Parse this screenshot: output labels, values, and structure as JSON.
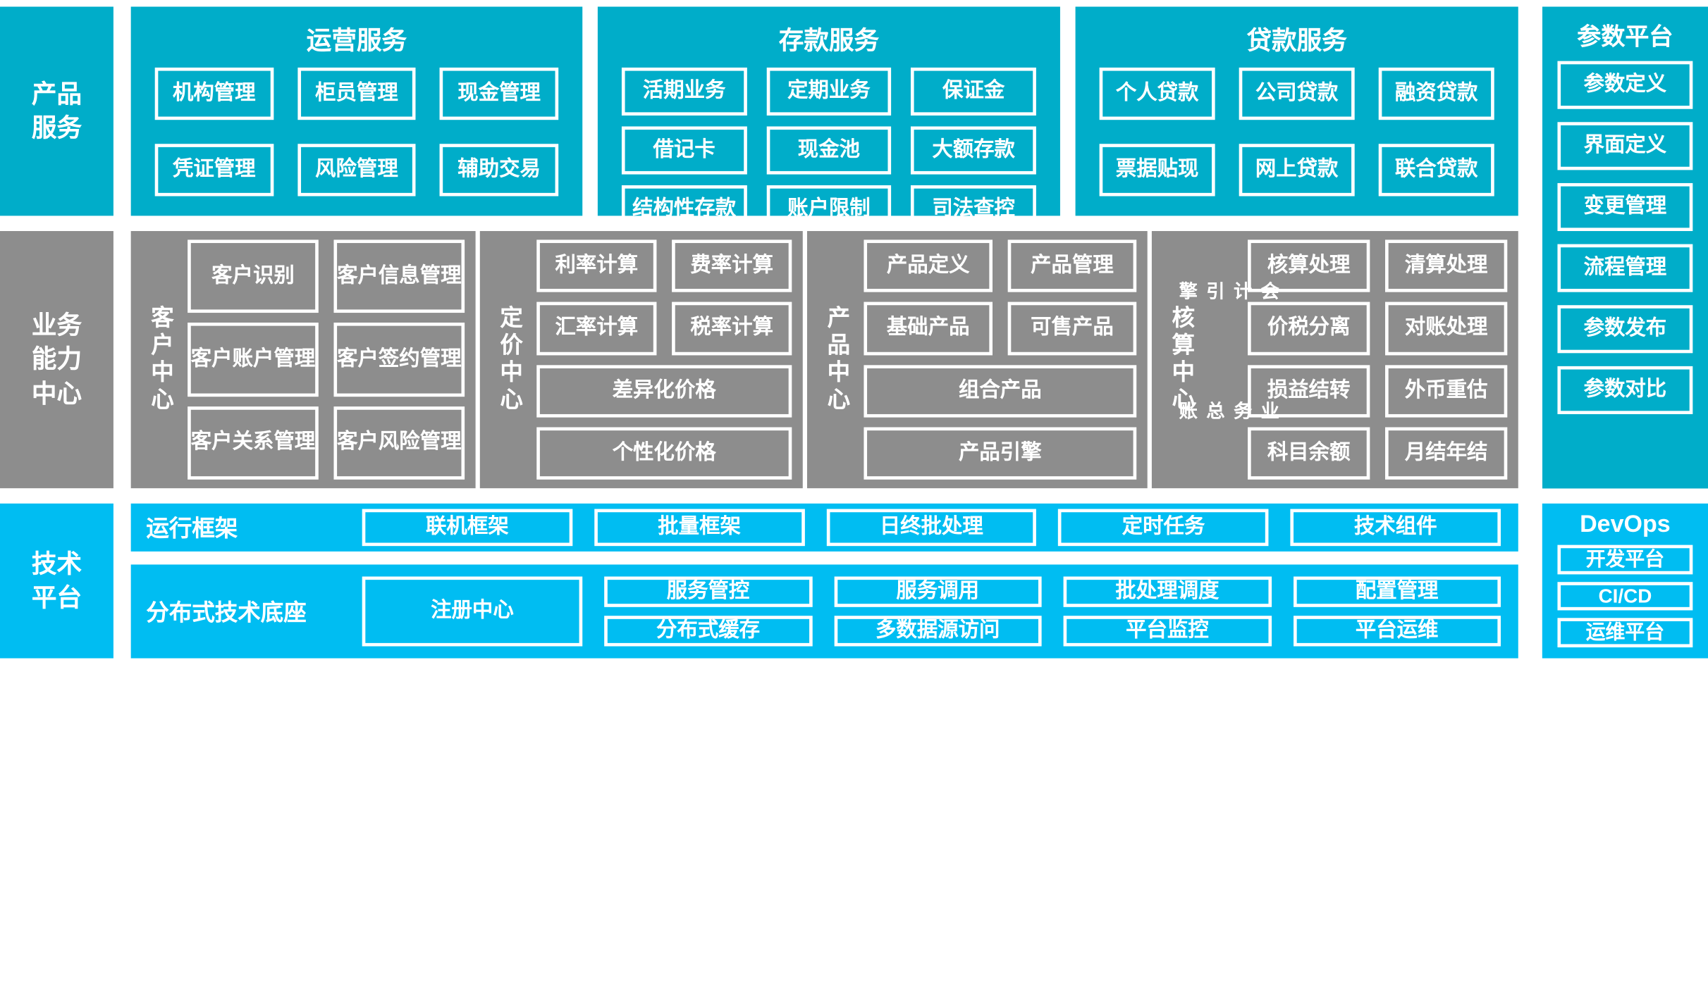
{
  "layers": {
    "product_services": {
      "label": "产品\n服务",
      "label_lines": [
        "产品",
        "服务"
      ],
      "panels": [
        {
          "title": "运营服务",
          "items": [
            "机构管理",
            "柜员管理",
            "现金管理",
            "凭证管理",
            "风险管理",
            "辅助交易"
          ]
        },
        {
          "title": "存款服务",
          "items": [
            "活期业务",
            "定期业务",
            "保证金",
            "借记卡",
            "现金池",
            "大额存款",
            "结构性存款",
            "账户限制",
            "司法查控"
          ]
        },
        {
          "title": "贷款服务",
          "items": [
            "个人贷款",
            "公司贷款",
            "融资贷款",
            "票据贴现",
            "网上贷款",
            "联合贷款"
          ]
        }
      ]
    },
    "business_capability_center": {
      "label_lines": [
        "业务",
        "能力",
        "中心"
      ],
      "centers": [
        {
          "name": "客户中心",
          "rows": [
            [
              "客户识别",
              "客户信息管理"
            ],
            [
              "客户账户管理",
              "客户签约管理"
            ],
            [
              "客户关系管理",
              "客户风险管理"
            ]
          ]
        },
        {
          "name": "定价中心",
          "rows": [
            [
              "利率计算",
              "费率计算"
            ],
            [
              "汇率计算",
              "税率计算"
            ],
            [
              "差异化价格"
            ],
            [
              "个性化价格"
            ]
          ]
        },
        {
          "name": "产品中心",
          "rows": [
            [
              "产品定义",
              "产品管理"
            ],
            [
              "基础产品",
              "可售产品"
            ],
            [
              "组合产品"
            ],
            [
              "产品引擎"
            ]
          ]
        },
        {
          "name": "核算中心",
          "subgroups": [
            {
              "name": "会计引擎",
              "rows": [
                [
                  "核算处理",
                  "清算处理"
                ],
                [
                  "价税分离",
                  "对账处理"
                ]
              ]
            },
            {
              "name": "业务总账",
              "rows": [
                [
                  "损益结转",
                  "外币重估"
                ],
                [
                  "科目余额",
                  "月结年结"
                ]
              ]
            }
          ]
        }
      ]
    },
    "technical_platform": {
      "label_lines": [
        "技术",
        "平台"
      ],
      "strips": [
        {
          "label": "运行框架",
          "items": [
            "联机框架",
            "批量框架",
            "日终批处理",
            "定时任务",
            "技术组件"
          ]
        },
        {
          "label": "分布式技术底座",
          "primary": "注册中心",
          "columns": [
            [
              "服务管控",
              "分布式缓存"
            ],
            [
              "服务调用",
              "多数据源访问"
            ],
            [
              "批处理调度",
              "平台监控"
            ],
            [
              "配置管理",
              "平台运维"
            ]
          ]
        }
      ]
    },
    "parameter_platform": {
      "title": "参数平台",
      "items": [
        "参数定义",
        "界面定义",
        "变更管理",
        "流程管理",
        "参数发布",
        "参数对比"
      ]
    },
    "devops": {
      "title": "DevOps",
      "items": [
        "开发平台",
        "CI/CD",
        "运维平台"
      ]
    }
  },
  "colors": {
    "teal": "#00ADC9",
    "gray": "#8D8D8D",
    "blue": "#00BDF2",
    "border": "#FFFFFF",
    "text": "#FFFFFF"
  }
}
